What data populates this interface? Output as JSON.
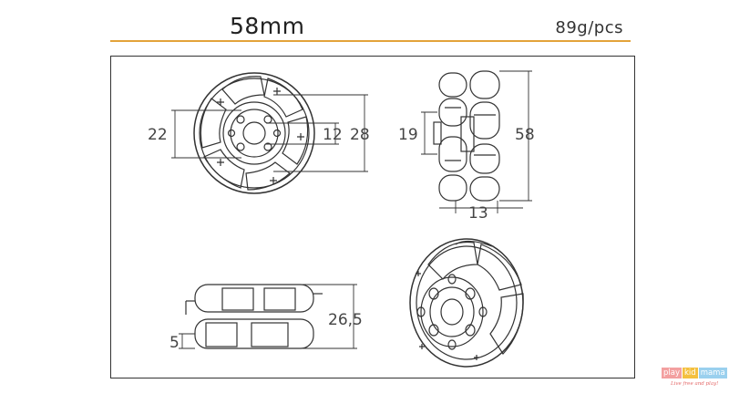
{
  "header": {
    "size_label": "58mm",
    "weight_label": "89g/pcs"
  },
  "dimensions": {
    "front_hub": "22",
    "front_bore": "12",
    "front_outer": "28",
    "side_inner": "19",
    "side_height": "58",
    "side_width": "13",
    "bottom_height": "26,5",
    "bottom_offset": "5"
  },
  "logo": {
    "part1": "play",
    "part2": "kid",
    "part3": "mama",
    "tagline": "Live free and play!",
    "colors": [
      "#f3a0a0",
      "#f4c03f",
      "#9ad0ee"
    ]
  },
  "colors": {
    "accent_rule": "#e3a33a",
    "line": "#333333"
  }
}
